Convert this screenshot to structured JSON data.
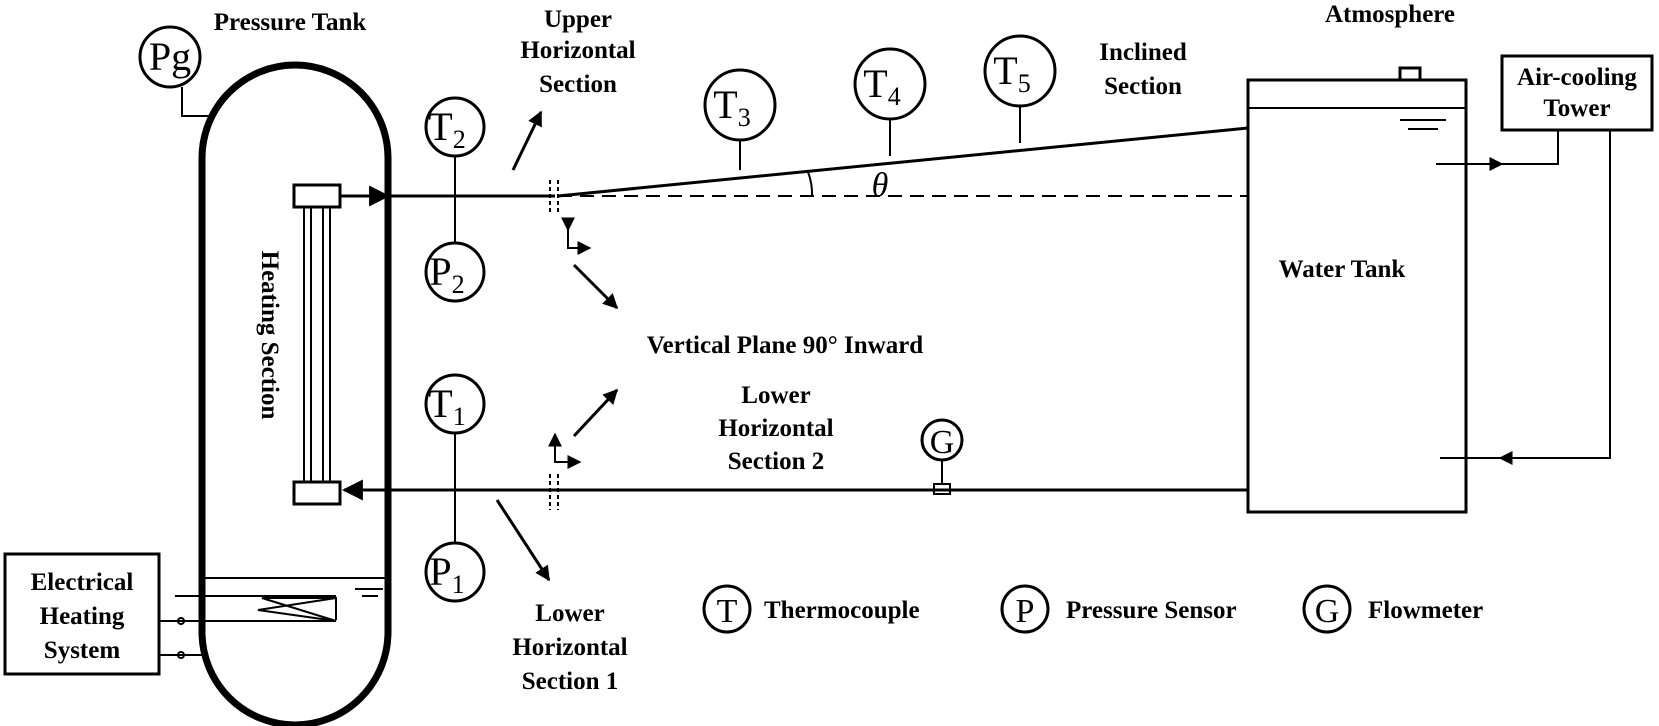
{
  "labels": {
    "pressure_tank": "Pressure Tank",
    "upper_horizontal": [
      "Upper",
      "Horizontal",
      "Section"
    ],
    "atmosphere": "Atmosphere",
    "inclined": [
      "Inclined",
      "Section"
    ],
    "air_cooling": [
      "Air-cooling",
      "Tower"
    ],
    "water_tank": "Water Tank",
    "heating_section": "Heating Section",
    "vertical_plane": "Vertical Plane 90° Inward",
    "lower_horizontal_2": [
      "Lower",
      "Horizontal",
      "Section 2"
    ],
    "lower_horizontal_1": [
      "Lower",
      "Horizontal",
      "Section 1"
    ],
    "electrical_heating": [
      "Electrical",
      "Heating",
      "System"
    ],
    "theta": "θ"
  },
  "sensors": {
    "pg": "Pg",
    "t2": {
      "base": "T",
      "sub": "2"
    },
    "p2": {
      "base": "P",
      "sub": "2"
    },
    "t1": {
      "base": "T",
      "sub": "1"
    },
    "p1": {
      "base": "P",
      "sub": "1"
    },
    "t3": {
      "base": "T",
      "sub": "3"
    },
    "t4": {
      "base": "T",
      "sub": "4"
    },
    "t5": {
      "base": "T",
      "sub": "5"
    },
    "g": "G"
  },
  "legend": [
    {
      "symbol": "T",
      "text": "Thermocouple"
    },
    {
      "symbol": "P",
      "text": "Pressure Sensor"
    },
    {
      "symbol": "G",
      "text": "Flowmeter"
    }
  ]
}
